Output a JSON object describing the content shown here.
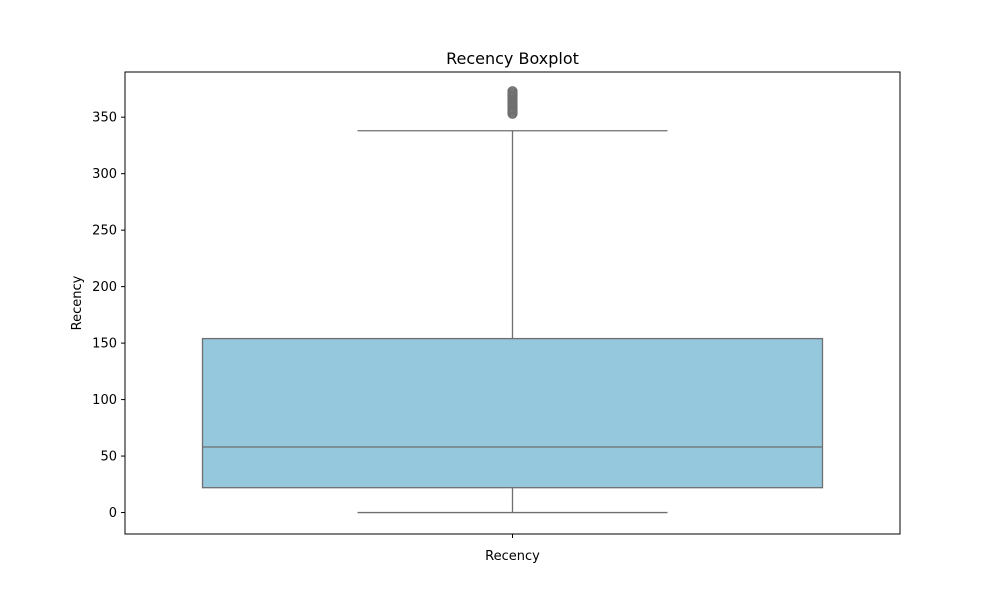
{
  "chart_data": {
    "type": "box",
    "title": "Recency Boxplot",
    "xlabel": "",
    "ylabel": "Recency",
    "categories": [
      "Recency"
    ],
    "ylim": [
      -19,
      390
    ],
    "yticks": [
      0,
      50,
      100,
      150,
      200,
      250,
      300,
      350
    ],
    "grid": false,
    "box_color": "#95c8dd",
    "line_color": "#6f6f6f",
    "series": [
      {
        "category": "Recency",
        "whisker_low": 0,
        "q1": 22,
        "median": 58,
        "q3": 154,
        "whisker_high": 338,
        "outliers": [
          353,
          354,
          355,
          356,
          357,
          358,
          359,
          360,
          361,
          362,
          363,
          364,
          365,
          366,
          367,
          368,
          369,
          370,
          371,
          372,
          373
        ]
      }
    ]
  }
}
